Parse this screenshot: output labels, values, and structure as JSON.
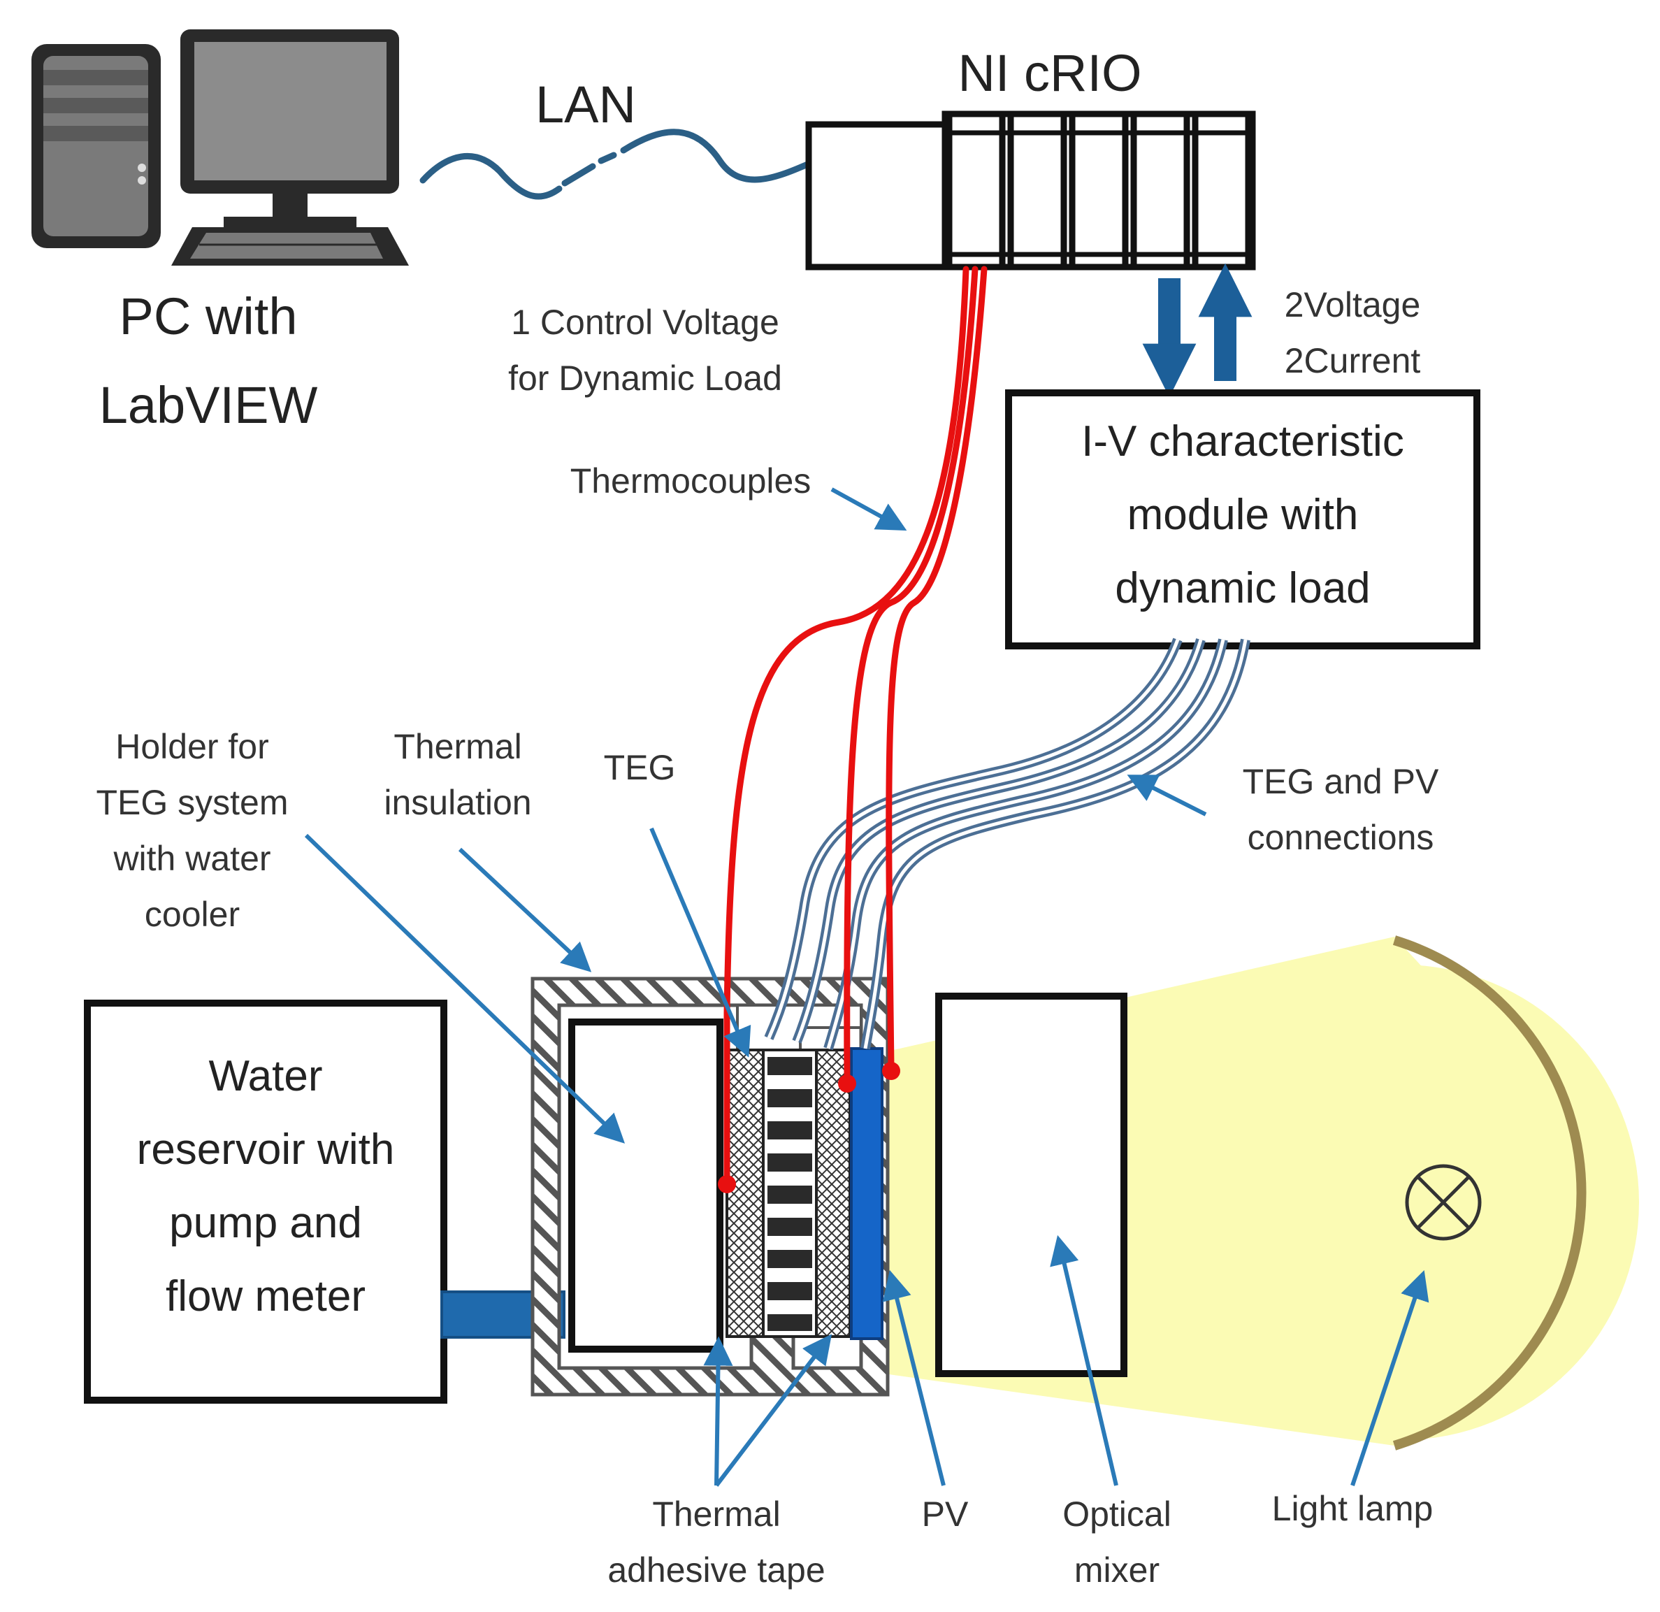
{
  "labels": {
    "pc_line1": "PC with",
    "pc_line2": "LabVIEW",
    "lan": "LAN",
    "crio": "NI cRIO",
    "control_line1": "1 Control Voltage",
    "control_line2": "for Dynamic Load",
    "voltage": "2Voltage",
    "current": "2Current",
    "thermocouples": "Thermocouples",
    "iv_line1": "I-V characteristic",
    "iv_line2": "module with",
    "iv_line3": "dynamic load",
    "holder_line1": "Holder for",
    "holder_line2": "TEG system",
    "holder_line3": "with water",
    "holder_line4": "cooler",
    "insulation_line1": "Thermal",
    "insulation_line2": "insulation",
    "teg": "TEG",
    "tegpv_line1": "TEG and PV",
    "tegpv_line2": "connections",
    "water_line1": "Water",
    "water_line2": "reservoir with",
    "water_line3": "pump and",
    "water_line4": "flow meter",
    "tape_line1": "Thermal",
    "tape_line2": "adhesive tape",
    "pv": "PV",
    "mixer_line1": "Optical",
    "mixer_line2": "mixer",
    "lamp": "Light lamp"
  },
  "colors": {
    "arrow_blue": "#2a7ab8",
    "bus_blue": "#1c5f99",
    "wire_red": "#e81010",
    "pv_blue": "#1565c8",
    "light_yellow": "#fbfbb4",
    "reflector": "#9e8b50",
    "lan_cable": "#2b5f86"
  }
}
